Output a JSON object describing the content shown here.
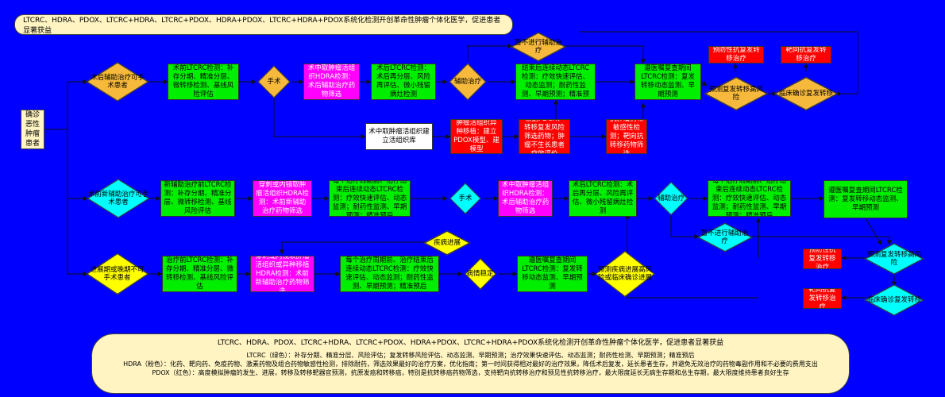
{
  "header": {
    "title": "LTCRC、HDRA、PDOX、LTCRC+HDRA、LTCRC+PDOX、HDRA+PDOX、LTCRC+HDRA+PDOX系统化检测开创革命性肿瘤个体化医学，促进患者显著获益"
  },
  "start": {
    "label": "确诊恶性肿瘤患者"
  },
  "row1": {
    "decision_preop": "术后辅助治疗可手术患者",
    "b1": "术前LTCRC检测：补存分期、精准分层、微转移检测、基线风险评估",
    "d_surgery": "手术",
    "b2": "术中取肿瘤活组织HDRA检测：术后辅助治疗药物筛选",
    "b3": "术后LTCRC检测：术后再分层、风险再评估、微小残留病灶检测",
    "d_adjuvant": "辅助治疗",
    "d_no_adjuvant": "暂不进行辅助治疗",
    "b4": "每个治疗周期前、治疗结束后连续动态LTCRC检测：疗效快速评估、动态监测；耐药性监测、早期预测；精准预后",
    "b5": "遵医嘱复查期间LTCRC检测：复发转移动态监测、早期预测",
    "d_predict": "预测复发转移高风险",
    "d_confirm": "临床确诊复发转移",
    "r_anti": "预防性抗复发转移治疗",
    "r_targeted": "靶向抗复发转移治疗"
  },
  "row1b": {
    "w1": "术中取肿瘤活组织建立活组织库",
    "r1": "肿瘤活组织异种移植：建立PDOX模型、建模型",
    "r2": "根据PDOX、转移复发风险筛选药物；肿瘤不生长患者疗效评价",
    "r3": "抗肿瘤药物敏感性检测；靶向抗转移药物筛选"
  },
  "row2": {
    "decision": "术前新辅助治疗可手术患者",
    "b1": "新辅助治疗前LTCRC检测：补存分期、精准分层、微转移检测、基线风险评估",
    "b2": "穿刺或内镜取肿瘤活组织HDRA检测：术前新辅助治疗药物筛选",
    "b3": "每个治疗周期前、治疗结束后连续动态LTCRC检测：疗效快速评估、动态监测；耐药性监测、早期预测；精准预后",
    "d_surgery": "手术",
    "b4": "术中取肿瘤活组织HDRA检测：术后辅助治疗药物筛选",
    "b5": "术后LTCRC检测：术后再分层、风险再评估、微小残留病灶检测",
    "d_adjuvant": "辅助治疗",
    "d_no_adjuvant": "暂不进行辅助治疗",
    "b6": "每个治疗周期前、治疗结束后连续动态LTCRC检测：疗效快速评估、动态监测；耐药性监测、早期预测；精准预后",
    "b7": "遵医嘱复查期间LTCRC检测：复发转移动态监测、早期预测",
    "d_predict": "预测复发转移高风险",
    "d_confirm": "临床确诊复发转移",
    "r_anti": "预防性抗复发转移治疗",
    "r_targeted": "靶向抗复发转移治疗"
  },
  "row3": {
    "decision": "进展期或晚期不可手术患者",
    "b1": "治疗前LTCRC检测：补存分期、精准分层、微转移检测、基线风险评估",
    "b2": "穿刺或内镜取肿瘤活组织或异种移植HDRA检测：术前新辅助治疗药物筛选",
    "b3": "每个治疗周期前、治疗结束后连续动态LTCRC检测：疗效快速评估、动态监测；耐药性监测、早期预测；精准预后",
    "d_progress": "疾病进展",
    "d_stable": "病情稳定",
    "b4": "遵医嘱复查期间LTCRC检测：复发转移动态监测、早期预测",
    "d_predict": "预测疾病进展高风险或临床确诊进展"
  },
  "legend": {
    "title": "LTCRC、HDRA、PDOX、LTCRC+HDRA、LTCRC+PDOX、HDRA+PDOX、LTCRC+HDRA+PDOX系统化检测开创革命性肿瘤个体化医学，促进患者显著获益",
    "line1": "LTCRC（绿色）：补存分期、精准分层、风险评估；复发转移风险评估、动态监测、早期预测；治疗效果快速评估、动态监测；耐药性检测、早期预测；精准预后",
    "line2": "HDRA（粉色）：化药、靶向药、免疫药物、激素药物及组合药物敏感性检测，排除耐药，筛选效果最好的治疗方案，优化指南；第一时间获得相对最好的治疗效果，降低术后复发，延长患者生存，并避免无效治疗的药物毒副作用和不必要的费用支出",
    "line3": "PDOX（红色）：高度模拟肿瘤的发生、进展，转移及转移靶器官预测，抗原发癌和转移癌，特别是抗转移癌药物筛选，支持靶向抗转移治疗和预见性抗转移治疗，最大限度延长无病生存期和总生存期，最大限度维持患者良好生存"
  }
}
